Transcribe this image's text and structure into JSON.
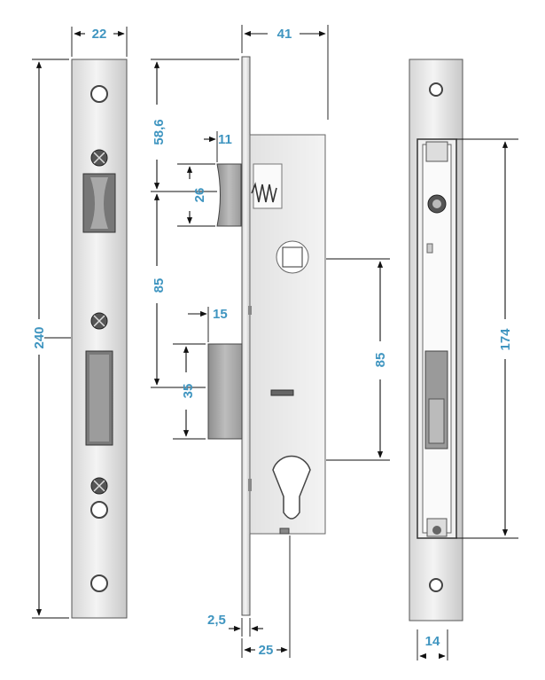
{
  "dimensions": {
    "faceplate_width": "22",
    "faceplate_height": "240",
    "backset": "41",
    "latch_offset": "58,6",
    "latch_projection": "11",
    "latch_height": "26",
    "latch_to_bolt": "85",
    "bolt_projection": "15",
    "bolt_height": "35",
    "center_distance": "85",
    "plate_thickness": "2,5",
    "cylinder_offset": "25",
    "strike_height": "174",
    "strike_width": "14"
  },
  "colors": {
    "dimension_text": "#3f95c0",
    "metal_light": "#f2f2f2",
    "metal_dark": "#bdbdbd"
  }
}
